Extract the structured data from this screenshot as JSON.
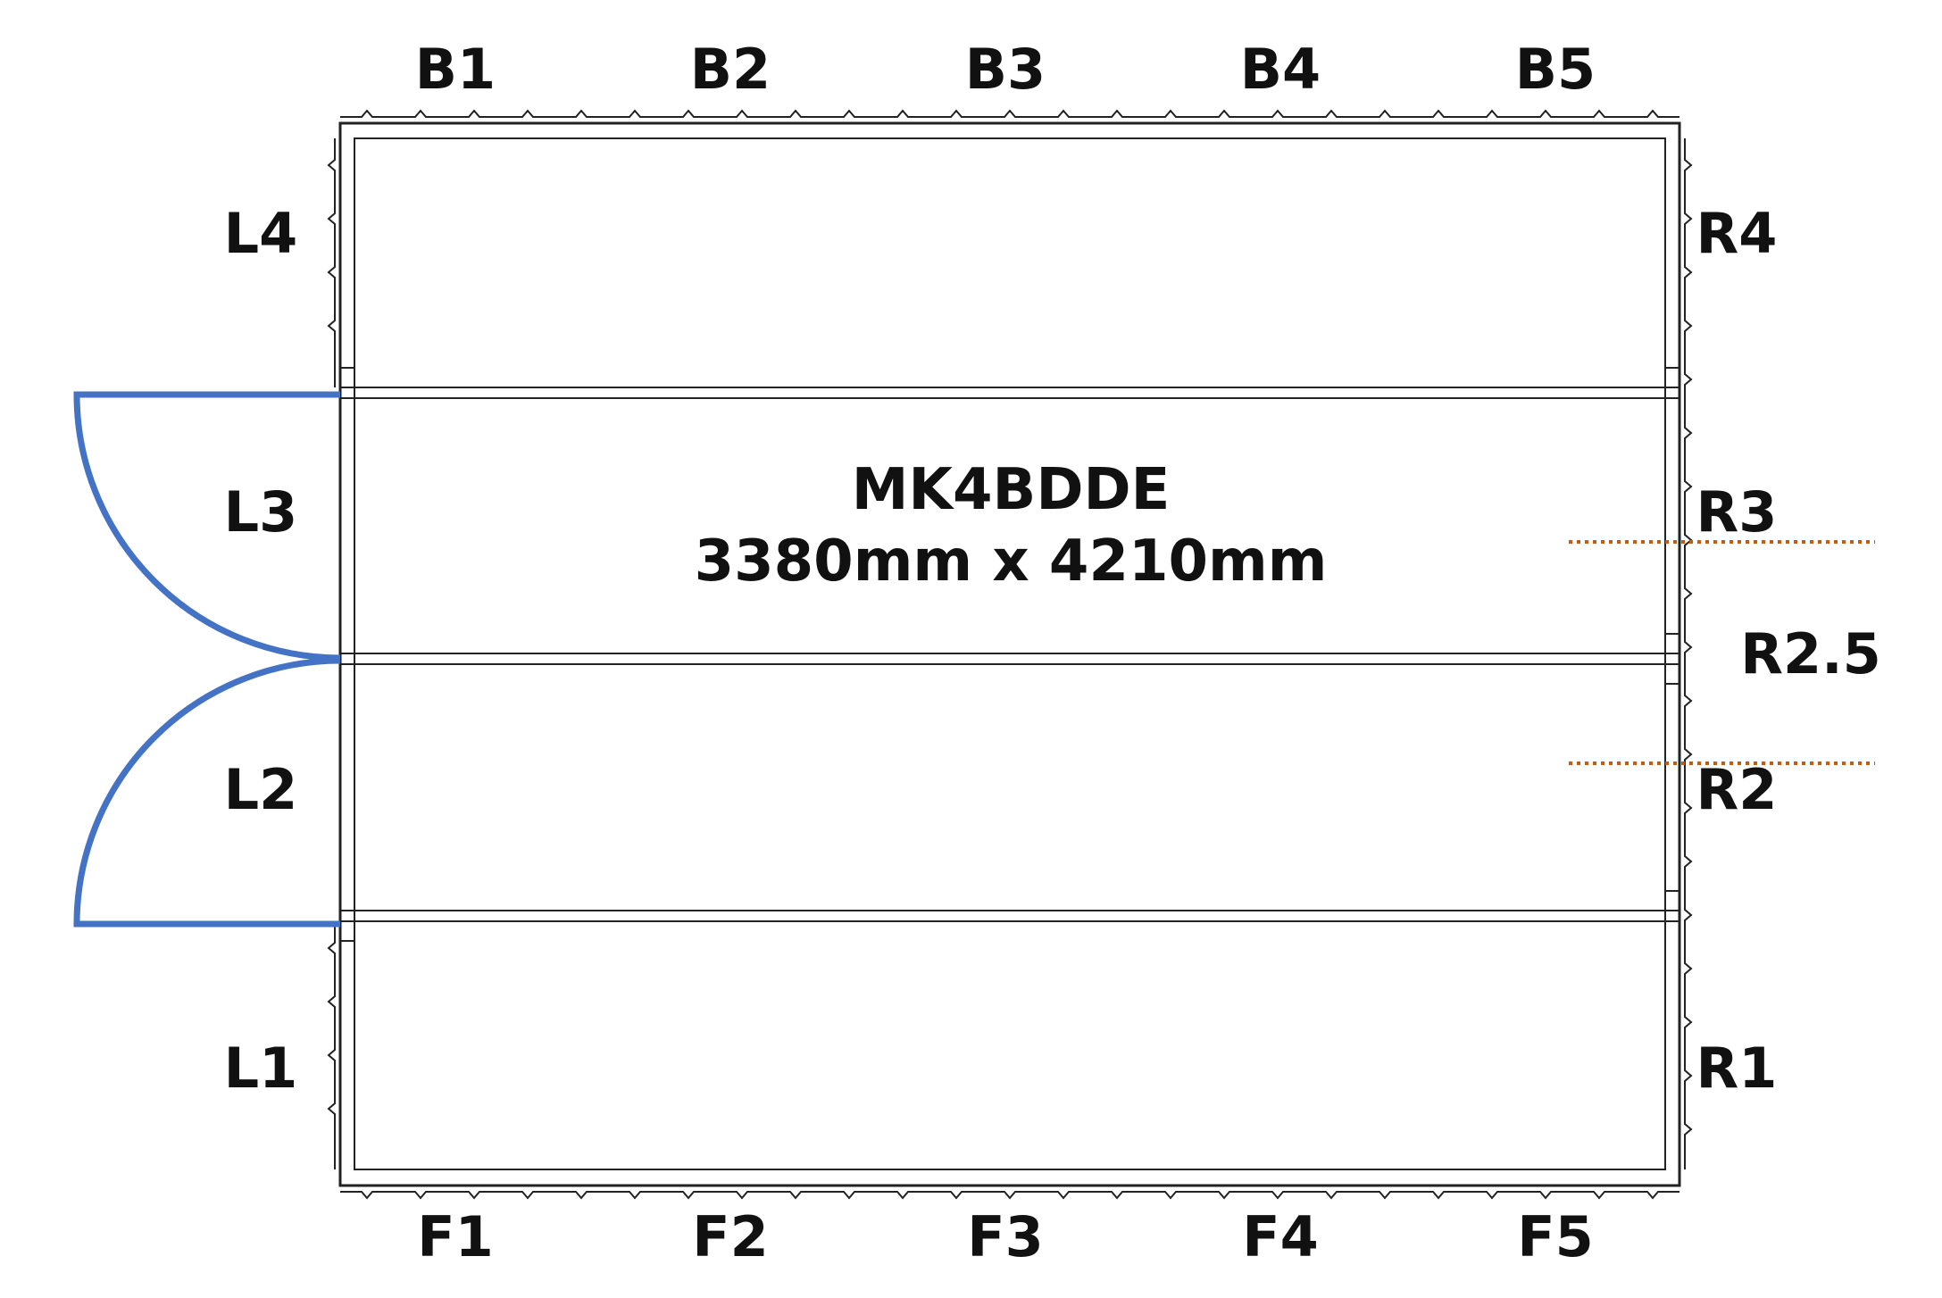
{
  "plan": {
    "model": "MK4BDDE",
    "dimensions": "3380mm x 4210mm"
  },
  "labels": {
    "back": [
      "B1",
      "B2",
      "B3",
      "B4",
      "B5"
    ],
    "front": [
      "F1",
      "F2",
      "F3",
      "F4",
      "F5"
    ],
    "left": [
      "L4",
      "L3",
      "L2",
      "L1"
    ],
    "right": [
      "R4",
      "R3",
      "R2",
      "R1"
    ]
  },
  "marker": {
    "label": "R2.5"
  },
  "colors": {
    "door": "#4472C4",
    "marker": "#C55A11",
    "line": "#222222",
    "text": "#111111"
  }
}
